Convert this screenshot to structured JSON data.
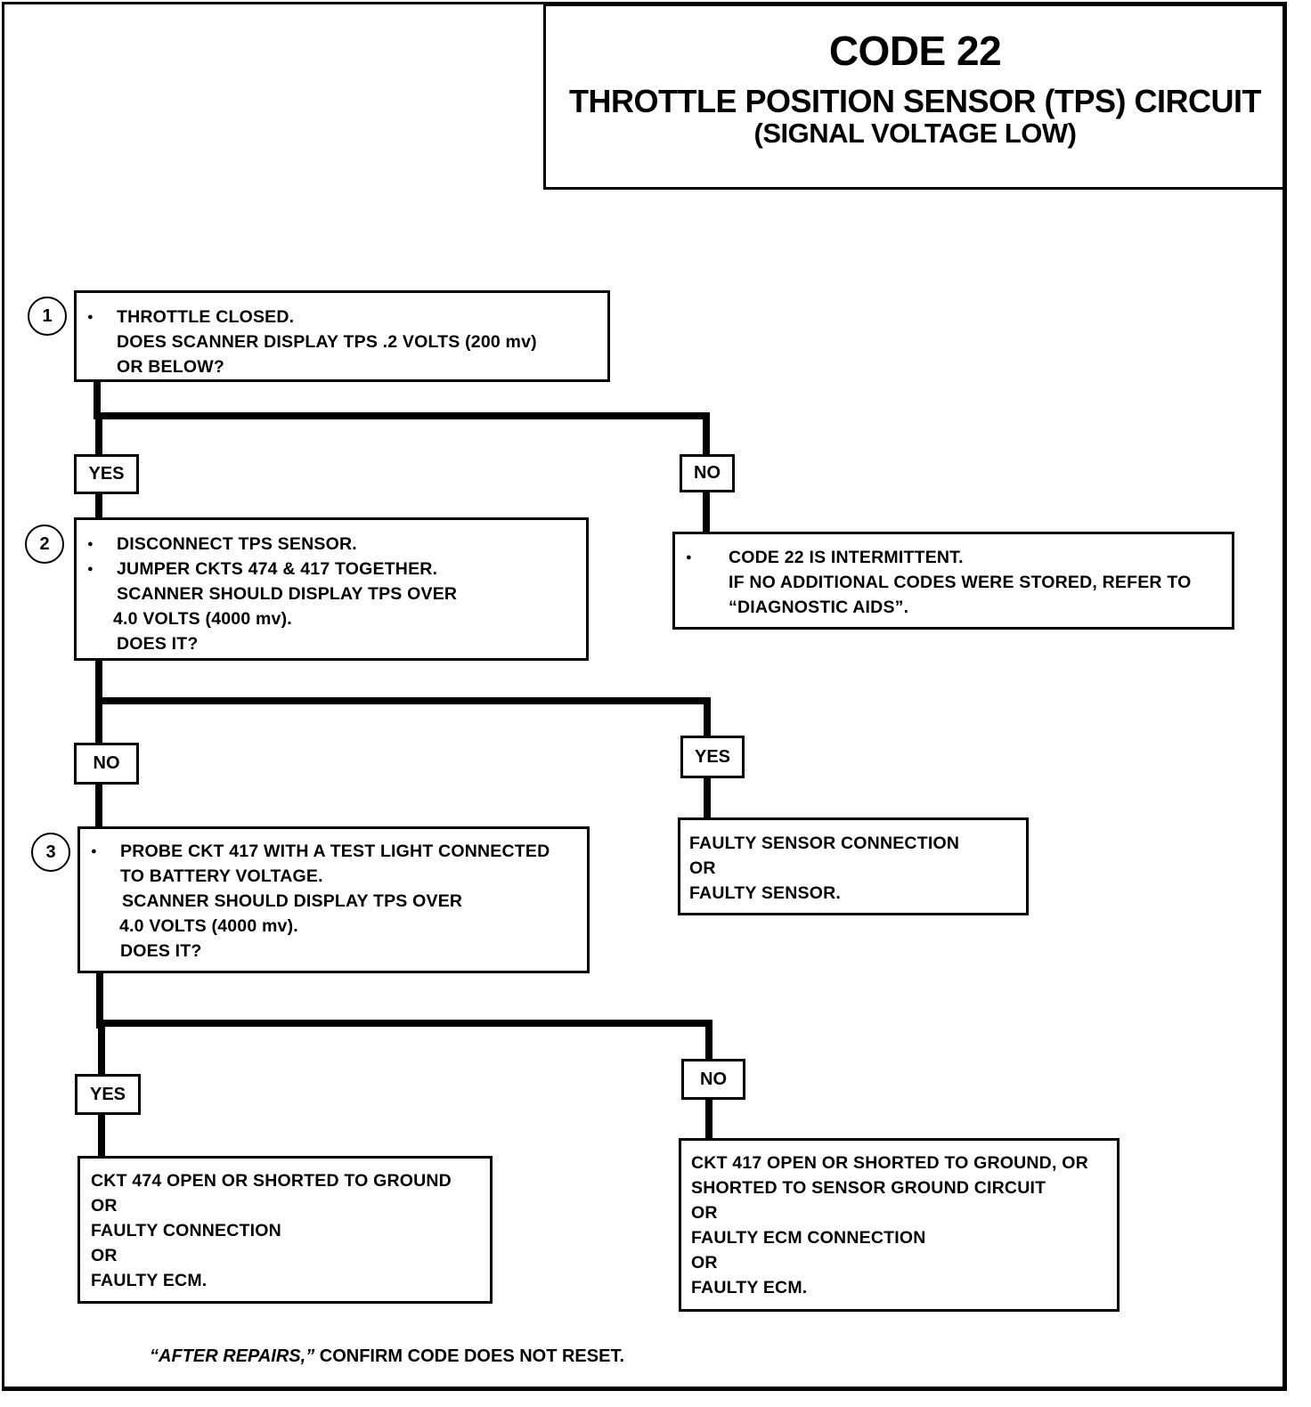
{
  "title": {
    "code": "CODE 22",
    "subtitle": "THROTTLE POSITION SENSOR (TPS) CIRCUIT",
    "subtitle2": "(SIGNAL VOLTAGE LOW)"
  },
  "steps": {
    "step1": {
      "number": "1",
      "bullet": "THROTTLE CLOSED.",
      "line2": "DOES SCANNER DISPLAY TPS .2 VOLTS (200 mv)",
      "line3": "OR BELOW?"
    },
    "step2": {
      "number": "2",
      "bullet1": "DISCONNECT TPS SENSOR.",
      "bullet2": "JUMPER CKTS 474 & 417 TOGETHER.",
      "line3": "SCANNER SHOULD DISPLAY TPS OVER",
      "line4": "4.0 VOLTS (4000 mv).",
      "line5": "DOES IT?"
    },
    "step3": {
      "number": "3",
      "bullet": "PROBE CKT 417 WITH A TEST LIGHT CONNECTED",
      "line2": "TO BATTERY VOLTAGE.",
      "line3": "SCANNER SHOULD DISPLAY TPS OVER",
      "line4": "4.0 VOLTS (4000 mv).",
      "line5": "DOES IT?"
    }
  },
  "branch_labels": {
    "s1_yes": "YES",
    "s1_no": "NO",
    "s2_no": "NO",
    "s2_yes": "YES",
    "s3_yes": "YES",
    "s3_no": "NO"
  },
  "results": {
    "intermittent": {
      "bullet": "CODE 22 IS INTERMITTENT.",
      "line2": "IF NO ADDITIONAL CODES WERE STORED, REFER TO",
      "line3": "“DIAGNOSTIC AIDS”."
    },
    "faulty_sensor": {
      "line1": "FAULTY SENSOR CONNECTION",
      "line2": "OR",
      "line3": "FAULTY SENSOR."
    },
    "ckt474": {
      "line1": "CKT 474 OPEN OR SHORTED TO GROUND",
      "line2": "OR",
      "line3": "FAULTY CONNECTION",
      "line4": "OR",
      "line5": "FAULTY ECM."
    },
    "ckt417": {
      "line1": "CKT 417 OPEN OR SHORTED TO GROUND, OR",
      "line2": "SHORTED TO SENSOR GROUND CIRCUIT",
      "line3": "OR",
      "line4": "FAULTY ECM CONNECTION",
      "line5": "OR",
      "line6": "FAULTY ECM."
    }
  },
  "footer": {
    "emphasis": "“AFTER REPAIRS,”",
    "text": " CONFIRM CODE DOES NOT RESET."
  }
}
